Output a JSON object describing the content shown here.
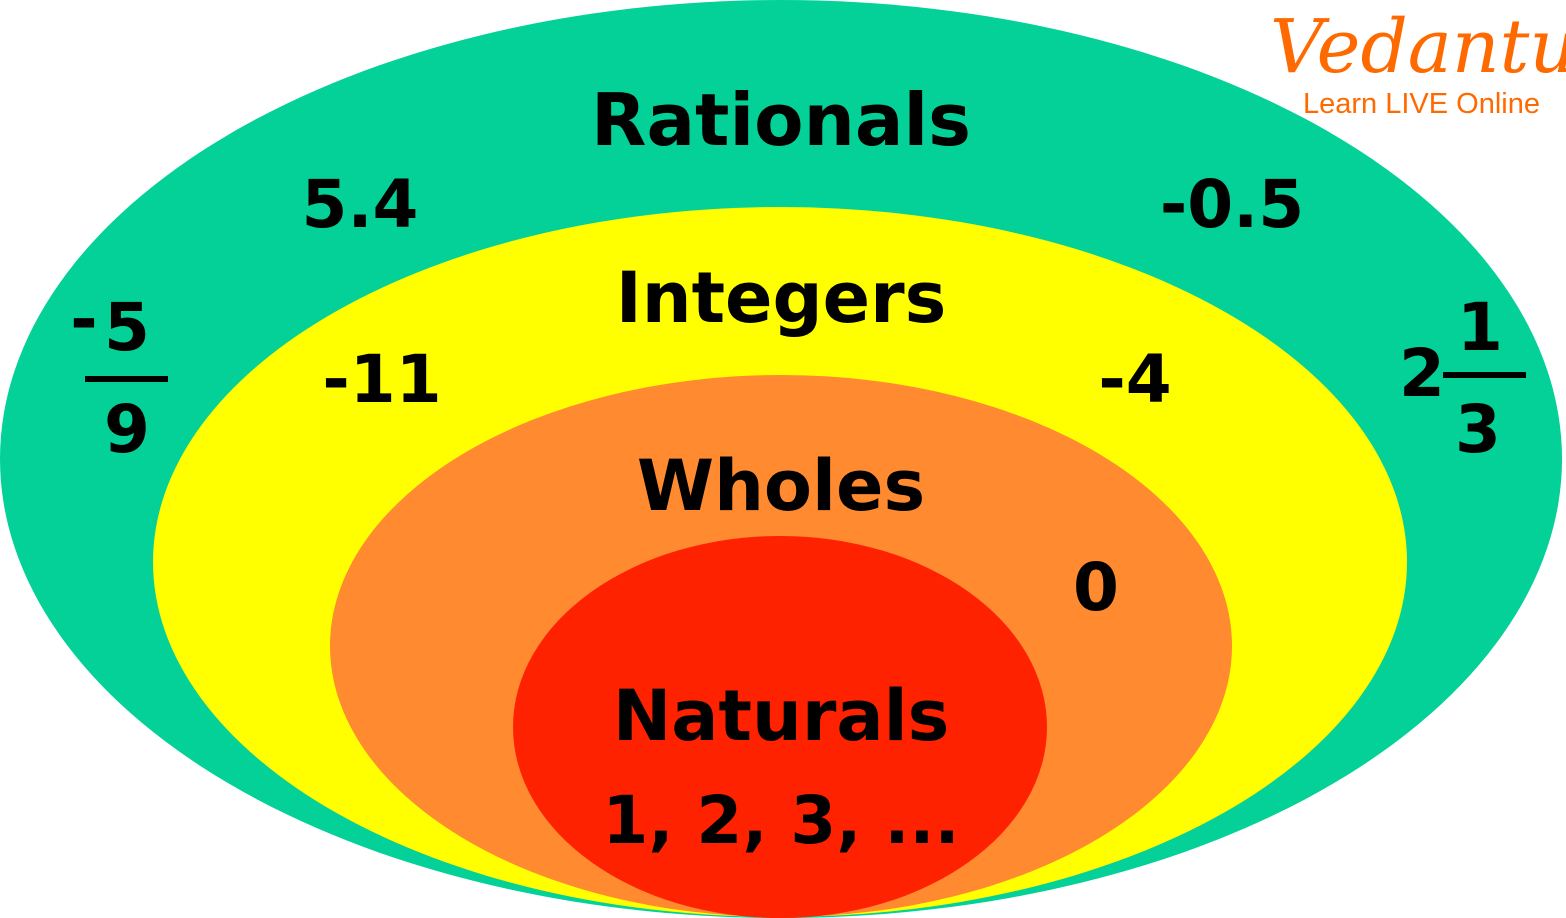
{
  "colors": {
    "rationals": "#03D197",
    "integers": "#FFFF00",
    "wholes": "#FF8A2F",
    "naturals": "#FF2200",
    "logo": "#FF6A00"
  },
  "sets": {
    "rationals": {
      "label": "Rationals",
      "examples": [
        "5.4",
        "-0.5"
      ],
      "fraction1": {
        "sign": "-",
        "numerator": "5",
        "denominator": "9"
      },
      "fraction2": {
        "whole": "2",
        "numerator": "1",
        "denominator": "3"
      }
    },
    "integers": {
      "label": "Integers",
      "examples": [
        "-11",
        "-4"
      ]
    },
    "wholes": {
      "label": "Wholes",
      "examples": [
        "0"
      ]
    },
    "naturals": {
      "label": "Naturals",
      "examples": [
        "1, 2, 3, ..."
      ]
    }
  },
  "logo": {
    "brand": "Vedantu",
    "tagline": "Learn LIVE Online"
  }
}
